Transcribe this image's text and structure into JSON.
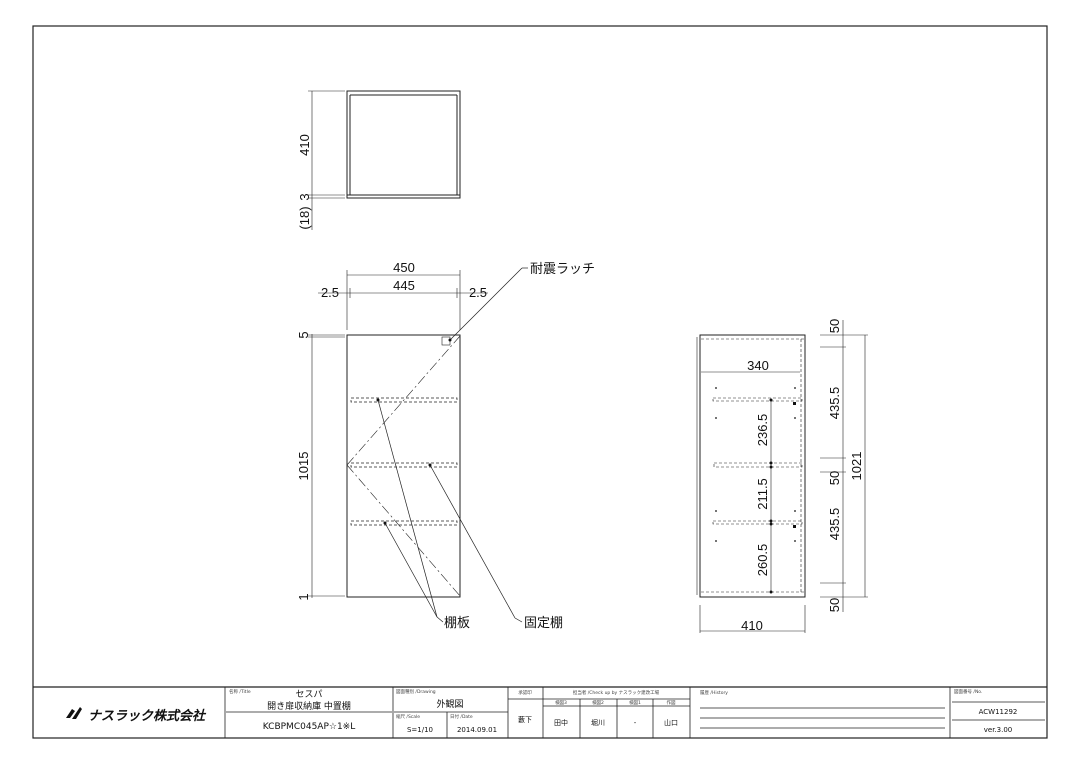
{
  "drawing": {
    "top_view": {
      "depth": "410",
      "back": "3",
      "thickness": "(18)"
    },
    "front_view": {
      "overall_width": "450",
      "inner_width": "445",
      "gap_left": "2.5",
      "gap_right": "2.5",
      "top_gap": "5",
      "height": "1015",
      "bottom_gap": "1"
    },
    "side_view": {
      "shelf_depth": "340",
      "depth": "410",
      "total_height": "1021",
      "top": "50",
      "upper": "435.5",
      "middle": "50",
      "lower": "435.5",
      "bottom": "50",
      "space_upper": "236.5",
      "space_middle": "211.5",
      "space_lower": "260.5"
    },
    "callouts": {
      "latch": "耐震ラッチ",
      "shelf": "棚板",
      "fixed_shelf": "固定棚"
    }
  },
  "title_block": {
    "company": "ナスラック株式会社",
    "title_label": "名称 /Title",
    "series": "セスパ",
    "product_name": "開き扉収納庫 中置棚",
    "model": "KCBPMC045AP☆1※L",
    "drawing_label": "図面種別 /Drawing",
    "drawing_type": "外観図",
    "scale_label": "縮尺 /Scale",
    "scale": "S=1/10",
    "date_label": "日付 /Date",
    "date": "2014.09.01",
    "approval_label": "承認印",
    "approver": "藪下",
    "check_label": "担当者 /Check up by ナスラック建改工場",
    "check3_label": "検図3",
    "check2_label": "検図2",
    "check1_label": "検図1",
    "draw_label": "作図",
    "check3": "田中",
    "check2": "堀川",
    "check1": "-",
    "drawn_by": "山口",
    "history_label": "履歴 /History",
    "number_label": "図面番号 /No.",
    "number": "ACW11292",
    "version": "ver.3.00"
  }
}
